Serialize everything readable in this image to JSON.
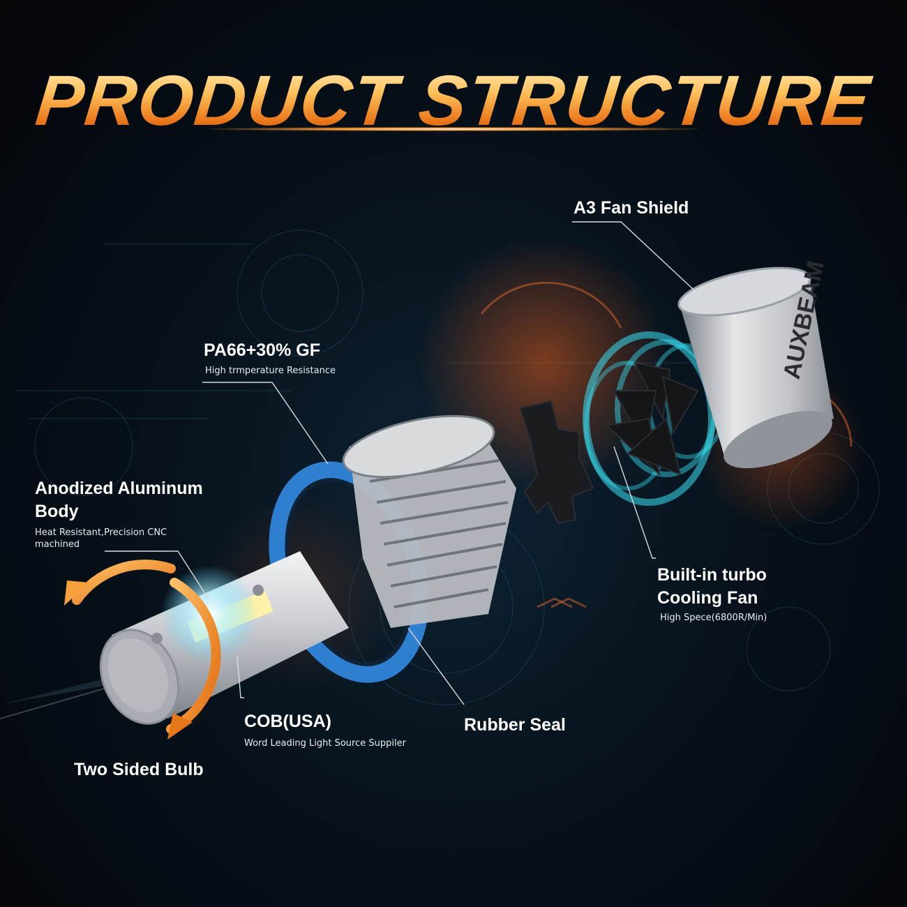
{
  "title": "PRODUCT STRUCTURE",
  "brand_text": "AUXBEAM",
  "colors": {
    "title_gradient_top": "#ffe9b8",
    "title_gradient_bottom": "#e2741b",
    "seal_blue": "#2f7fd1",
    "airflow_cyan": "#38e0f2",
    "arrow_orange": "#f08d1c",
    "background": "#05070b"
  },
  "callouts": {
    "fan_shield": {
      "title": "A3 Fan Shield"
    },
    "pa66": {
      "title": "PA66+30% GF",
      "subtitle": "High trmperature Resistance"
    },
    "aluminum": {
      "title_line1": "Anodized Aluminum",
      "title_line2": "Body",
      "subtitle_line1": "Heat Resistant,Precision CNC",
      "subtitle_line2": "machined"
    },
    "turbo_fan": {
      "title_line1": "Built-in turbo",
      "title_line2": "Cooling Fan",
      "subtitle": "High Spece(6800R/Min)"
    },
    "cob": {
      "title": "COB(USA)",
      "subtitle": "Word Leading Light Source Suppiler"
    },
    "rubber_seal": {
      "title": "Rubber Seal"
    },
    "two_sided": {
      "title": "Two Sided Bulb"
    }
  },
  "icons": {
    "rotation_arrow": "rotate-arrow-icon",
    "fan": "fan-blade-icon"
  }
}
